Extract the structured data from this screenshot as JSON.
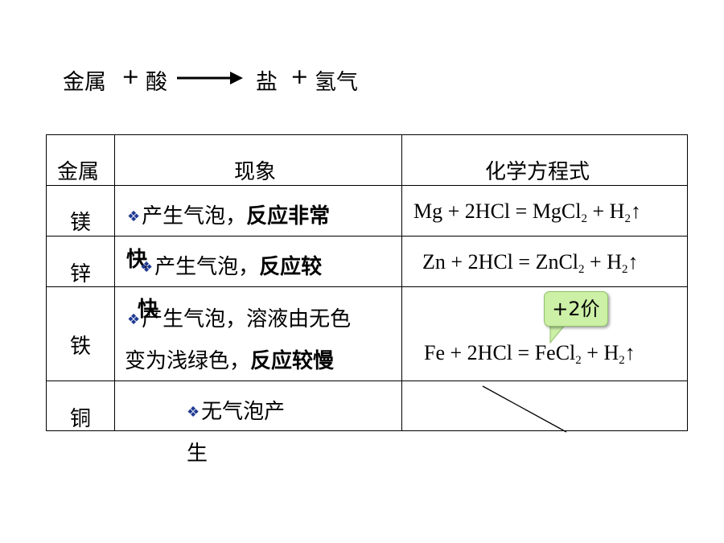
{
  "top_equation": {
    "metal": "金属",
    "plus1": "+",
    "acid": "酸",
    "salt": "盐",
    "plus2": "+",
    "hydrogen": "氢气"
  },
  "table": {
    "headers": {
      "metal": "金属",
      "phenomenon": "现象",
      "equation": "化学方程式"
    },
    "rows": [
      {
        "metal": "镁",
        "phen_plain": "产生气泡，",
        "phen_bold": "反应非常",
        "overflow": "快",
        "eq": {
          "r1": "Mg",
          "r2": "2HCl",
          "p1": "MgCl",
          "p1_sub": "2",
          "p2": "H",
          "p2_sub": "2"
        }
      },
      {
        "metal": "锌",
        "phen_plain": "产生气泡，",
        "phen_bold": "反应较",
        "overflow": "快",
        "eq": {
          "r1": "Zn",
          "r2": "2HCl",
          "p1": "ZnCl",
          "p1_sub": "2",
          "p2": "H",
          "p2_sub": "2"
        }
      },
      {
        "metal": "铁",
        "phen_line1": "产生气泡，溶液由无色",
        "phen_line2_plain": "变为浅绿色，",
        "phen_line2_bold": "反应较慢",
        "eq": {
          "r1": "Fe",
          "r2": "2HCl",
          "p1": "FeCl",
          "p1_sub": "2",
          "p2": "H",
          "p2_sub": "2"
        }
      },
      {
        "metal": "铜",
        "phen_line1": "无气泡产",
        "overflow": "生"
      }
    ]
  },
  "callout": "+2价",
  "symbols": {
    "diamond": "❖",
    "plus": "+",
    "equals": "=",
    "up": "↑"
  },
  "colors": {
    "diamond": "#1f3a93",
    "callout_bg": "#ccf0a6"
  }
}
